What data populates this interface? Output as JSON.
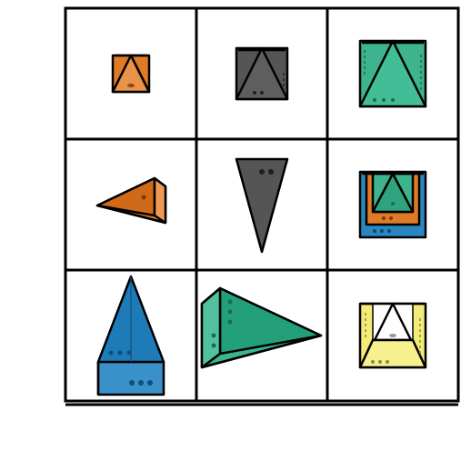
{
  "puzzle": {
    "colors": {
      "orange": "#E07A26",
      "gray": "#555555",
      "teal": "#3DB48E",
      "blue": "#2A86C0",
      "yellow": "#F3EC78",
      "outline": "#000000"
    },
    "cells": [
      {
        "row": 1,
        "col": 1,
        "shape": "square-pyramid",
        "view": "top",
        "color": "orange"
      },
      {
        "row": 1,
        "col": 2,
        "shape": "square-pyramid",
        "view": "top",
        "color": "gray"
      },
      {
        "row": 1,
        "col": 3,
        "shape": "square-pyramid",
        "view": "top",
        "color": "teal"
      },
      {
        "row": 2,
        "col": 1,
        "shape": "triangular-pyramid",
        "view": "side-pointing-left",
        "color": "orange"
      },
      {
        "row": 2,
        "col": 2,
        "shape": "inverted-triangle",
        "view": "front",
        "color": "gray"
      },
      {
        "row": 2,
        "col": 3,
        "shape": "nested-square-pyramids",
        "view": "top",
        "color": "orange-teal-blue"
      },
      {
        "row": 3,
        "col": 1,
        "shape": "square-pyramid",
        "view": "side-upright",
        "color": "blue"
      },
      {
        "row": 3,
        "col": 2,
        "shape": "triangular-pyramid",
        "view": "side-pointing-right",
        "color": "teal"
      },
      {
        "row": 3,
        "col": 3,
        "shape": "square-pyramid",
        "view": "top",
        "color": "yellow"
      }
    ]
  }
}
